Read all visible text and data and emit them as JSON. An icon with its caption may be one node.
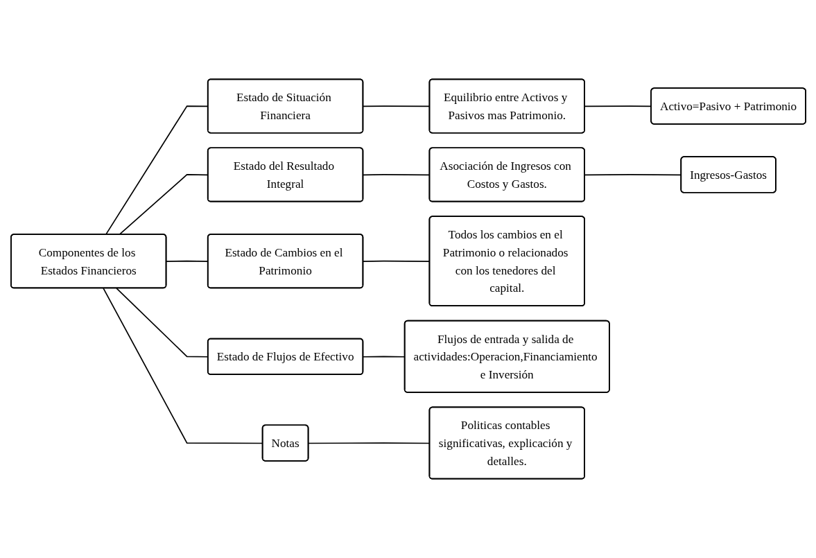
{
  "diagram": {
    "nodes": [
      {
        "text": [
          "Componentes de los Estados Financieros"
        ]
      },
      {
        "text": [
          "Estado de Situación Financiera"
        ]
      },
      {
        "text": [
          "Equilibrio entre Activos y Pasivos mas Patrimonio."
        ]
      },
      {
        "text": [
          "Activo=Pasivo + Patrimonio"
        ]
      },
      {
        "text": [
          "Estado del Resultado Integral"
        ]
      },
      {
        "text": [
          "Asociación de Ingresos con Costos y Gastos."
        ]
      },
      {
        "text": [
          "Ingresos-Gastos"
        ]
      },
      {
        "text": [
          "Estado de Cambios en el Patrimonio"
        ]
      },
      {
        "text": [
          "Todos los cambios en el Patrimonio o relacionados con los tenedores del capital."
        ]
      },
      {
        "text": [
          "Estado de Flujos de Efectivo"
        ]
      },
      {
        "text": [
          "Flujos de entrada y salida de actividades:Operacion,Financiamiento e Inversión"
        ]
      },
      {
        "text": [
          "Notas"
        ]
      },
      {
        "text": [
          "Politicas contables significativas, explicación y detalles."
        ]
      }
    ],
    "edges": [
      {
        "from": 0,
        "to": 1,
        "arrow": "none"
      },
      {
        "from": 0,
        "to": 4,
        "arrow": "none"
      },
      {
        "from": 0,
        "to": 7,
        "arrow": "none"
      },
      {
        "from": 0,
        "to": 9,
        "arrow": "none"
      },
      {
        "from": 0,
        "to": 11,
        "arrow": "none"
      },
      {
        "from": 1,
        "to": 2,
        "arrow": "none"
      },
      {
        "from": 2,
        "to": 3,
        "arrow": "none"
      },
      {
        "from": 4,
        "to": 5,
        "arrow": "none"
      },
      {
        "from": 5,
        "to": 6,
        "arrow": "none"
      },
      {
        "from": 7,
        "to": 8,
        "arrow": "none"
      },
      {
        "from": 9,
        "to": 10,
        "arrow": "none"
      },
      {
        "from": 11,
        "to": 12,
        "arrow": "none"
      }
    ]
  }
}
